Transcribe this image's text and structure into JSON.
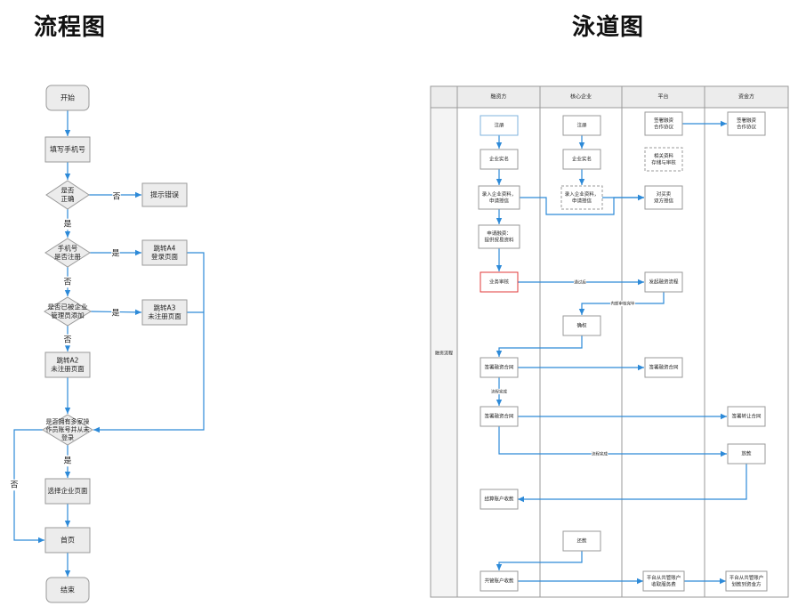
{
  "headings": {
    "flowchart": "流程图",
    "swimlane": "泳道图"
  },
  "flowchart": {
    "nodes": {
      "start": "开始",
      "phone": "填写手机号",
      "d1": [
        "是否",
        "正确"
      ],
      "err": "提示错误",
      "d2": [
        "手机号",
        "是否注册"
      ],
      "a4": [
        "跳转A4",
        "登录页面"
      ],
      "d3": [
        "是否已被企业",
        "管理员添加"
      ],
      "a3": [
        "跳转A3",
        "未注册页面"
      ],
      "a2": [
        "跳转A2",
        "未注册页面"
      ],
      "d4": [
        "是否拥有多家操",
        "作员账号并从未",
        "登录"
      ],
      "select": "选择企业页面",
      "home": "首页",
      "end": "结束"
    },
    "labels": {
      "yes": "是",
      "no": "否"
    }
  },
  "swimlane": {
    "lanes": [
      "融资方",
      "核心企业",
      "平台",
      "资金方"
    ],
    "side_label": "融资流程",
    "nodes": {
      "f_reg": "注册",
      "f_real": "企业实名",
      "f_info": [
        "录入企业资料，",
        "申请授信"
      ],
      "f_apply": [
        "申请融资：",
        "提供贸易资料"
      ],
      "f_review": "业务审核",
      "f_sign1": "签署融资合同",
      "f_sign2": "签署融资合同",
      "f_settle": "结算账户收款",
      "f_joint": "共管账户收款",
      "c_reg": "注册",
      "c_real": "企业实名",
      "c_info": [
        "录入企业资料，",
        "申请授信"
      ],
      "c_confirm": "确权",
      "c_repay": "还款",
      "p_sign": [
        "签署融资",
        "合作协议"
      ],
      "p_store": [
        "相关资料",
        "存储与审核"
      ],
      "p_credit": [
        "对买卖",
        "双方授信"
      ],
      "p_start": "发起融资流程",
      "p_contract": "签署融资合同",
      "p_fee": [
        "平台从共管账户",
        "收取服务费"
      ],
      "k_sign": [
        "签署融资",
        "合作协议"
      ],
      "k_transfer": "签署转让合同",
      "k_loan": "放款",
      "k_transfer_out": [
        "平台从共管账户",
        "划款到资金方"
      ]
    },
    "edge_labels": {
      "passed": "通过后",
      "internal_done": "内部审核完毕",
      "done1": "流程完成",
      "done2": "流程完成"
    }
  },
  "colors": {
    "line": "#2d8ad8",
    "node_fill": "#ececec",
    "node_stroke": "#9a9a9a",
    "review_red": "#e0393a",
    "lane_header": "#ececec"
  }
}
